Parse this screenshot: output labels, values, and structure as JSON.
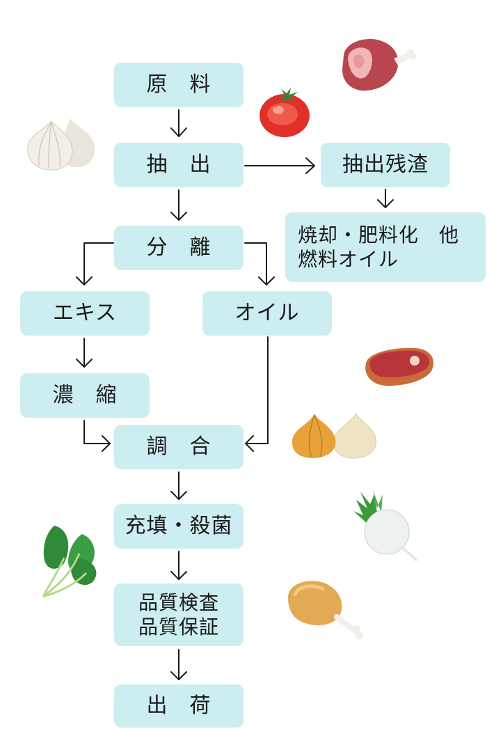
{
  "flow": {
    "raw": "原　料",
    "extract": "抽　出",
    "residue": "抽出残渣",
    "residue_use": "焼却・肥料化　他\n燃料オイル",
    "separate": "分　離",
    "essence": "エキス",
    "oil": "オイル",
    "concentrate": "濃　縮",
    "blend": "調　合",
    "fill": "充填・殺菌",
    "inspect": "品質検査\n品質保証",
    "ship": "出　荷"
  },
  "colors": {
    "box_fill": "#cdeef1",
    "arrow": "#1a1a1a",
    "text": "#1a1a1a"
  },
  "illustrations": [
    "ham-icon",
    "tomato-icon",
    "garlic-icon",
    "steak-icon",
    "onion-icon",
    "turnip-icon",
    "spinach-icon",
    "chicken-leg-icon"
  ]
}
